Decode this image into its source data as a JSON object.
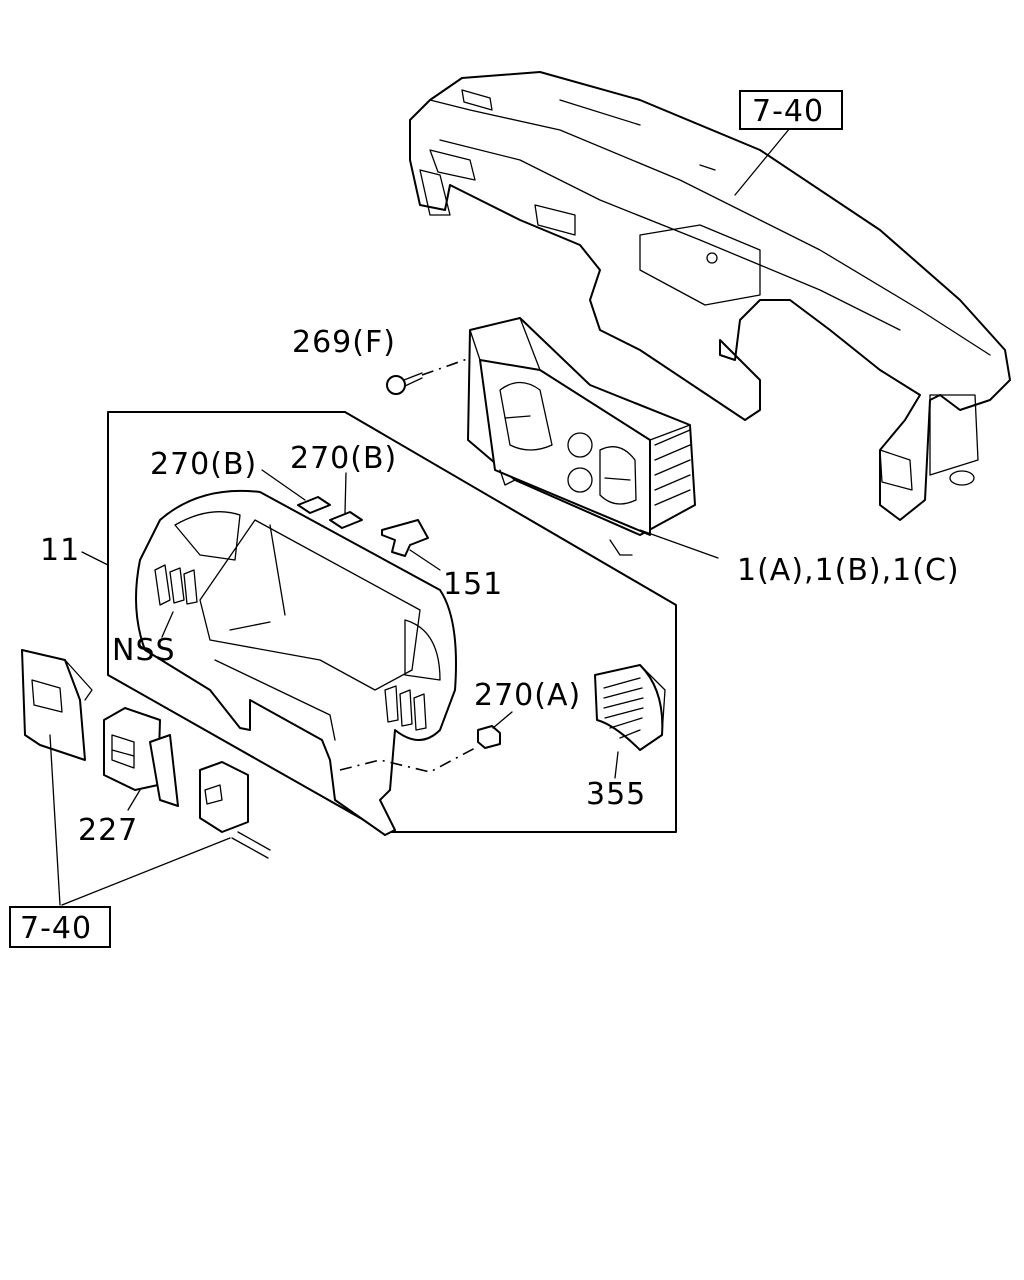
{
  "callouts": {
    "ref_top": "7-40",
    "ref_bottom": "7-40",
    "screw": "269(F)",
    "clip_b1": "270(B)",
    "clip_b2": "270(B)",
    "bezel": "11",
    "bracket": "151",
    "nss": "NSS",
    "meter": "1(A),1(B),1(C)",
    "clip_a": "270(A)",
    "vent": "355",
    "switch": "227"
  }
}
